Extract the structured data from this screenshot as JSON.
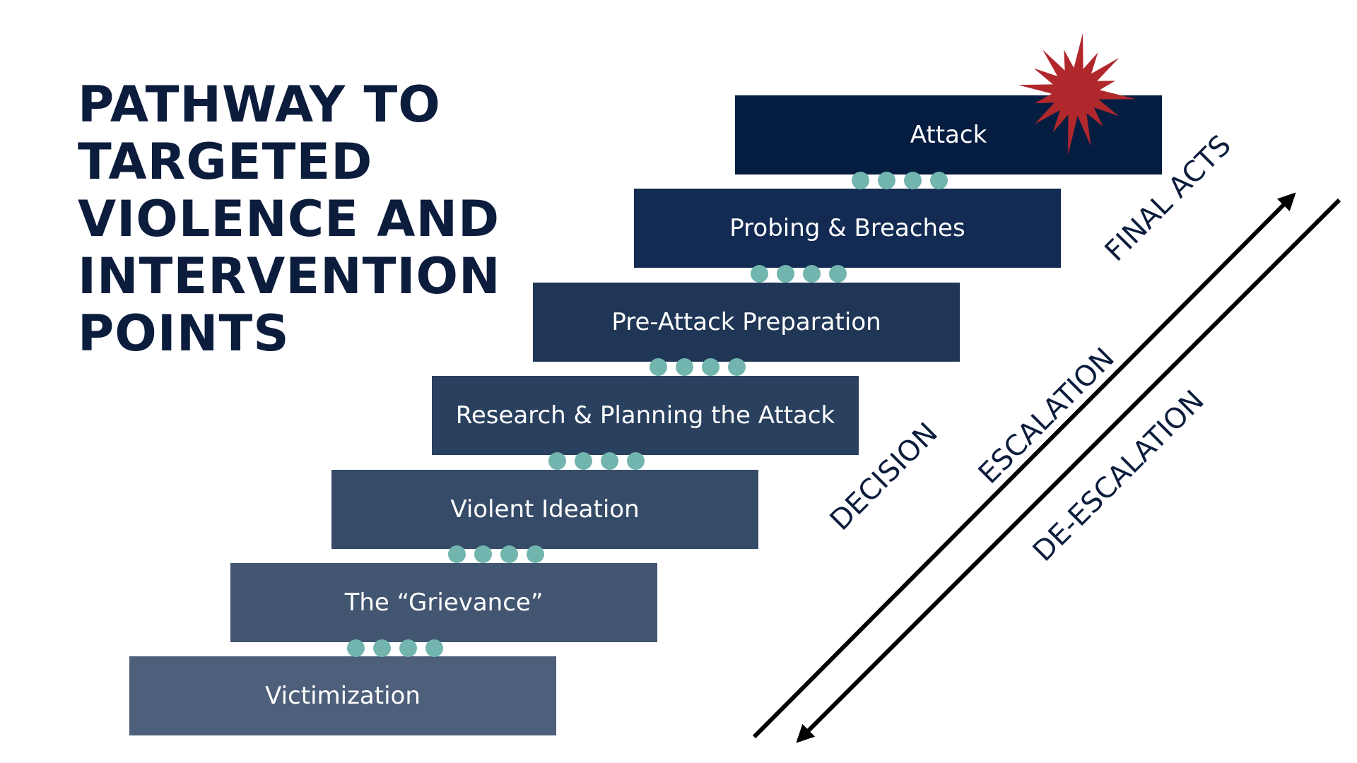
{
  "title": {
    "lines": [
      "PATHWAY TO",
      "TARGETED",
      "VIOLENCE AND",
      "INTERVENTION",
      "POINTS"
    ]
  },
  "steps": [
    {
      "label": "Attack",
      "color": "#061d42"
    },
    {
      "label": "Probing & Breaches",
      "color": "#132b52"
    },
    {
      "label": "Pre-Attack Preparation",
      "color": "#203656"
    },
    {
      "label": "Research & Planning the Attack",
      "color": "#2a405f"
    },
    {
      "label": "Violent Ideation",
      "color": "#364b68"
    },
    {
      "label": "The “Grievance”",
      "color": "#425571"
    },
    {
      "label": "Victimization",
      "color": "#4d5f7a"
    }
  ],
  "phases": {
    "final_acts": "FINAL ACTS",
    "escalation": "ESCALATION",
    "de_escalation": "DE-ESCALATION",
    "decision": "DECISION"
  },
  "colors": {
    "title": "#0c1c3c",
    "dot": "#72b5af",
    "starburst": "#b0282c",
    "arrow": "#000000"
  },
  "icons": {
    "starburst": "explosion-starburst-icon",
    "escalation_arrow": "arrow-up-right-icon",
    "de_escalation_arrow": "arrow-down-left-icon"
  }
}
